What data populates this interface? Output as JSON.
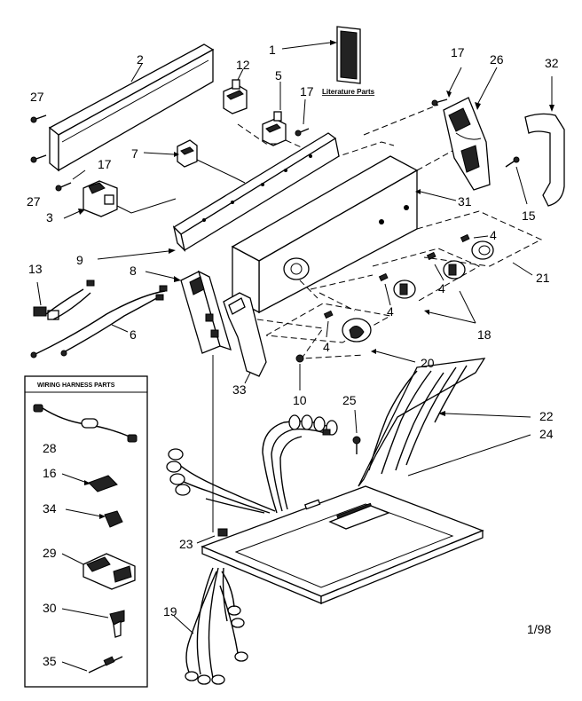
{
  "callouts": {
    "c1": "1",
    "c2": "2",
    "c3": "3",
    "c4a": "4",
    "c4b": "4",
    "c4c": "4",
    "c4d": "4",
    "c5": "5",
    "c6": "6",
    "c7": "7",
    "c8": "8",
    "c9": "9",
    "c10": "10",
    "c12": "12",
    "c13": "13",
    "c15": "15",
    "c16": "16",
    "c17a": "17",
    "c17b": "17",
    "c17c": "17",
    "c18": "18",
    "c19": "19",
    "c20": "20",
    "c21": "21",
    "c22": "22",
    "c23": "23",
    "c24": "24",
    "c25": "25",
    "c26": "26",
    "c27a": "27",
    "c27b": "27",
    "c28": "28",
    "c29": "29",
    "c30": "30",
    "c31": "31",
    "c32": "32",
    "c33": "33",
    "c34": "34",
    "c35": "35"
  },
  "literature_label": "Literature Parts",
  "wiring_box_title": "WIRING HARNESS PARTS",
  "date_code": "1/98"
}
